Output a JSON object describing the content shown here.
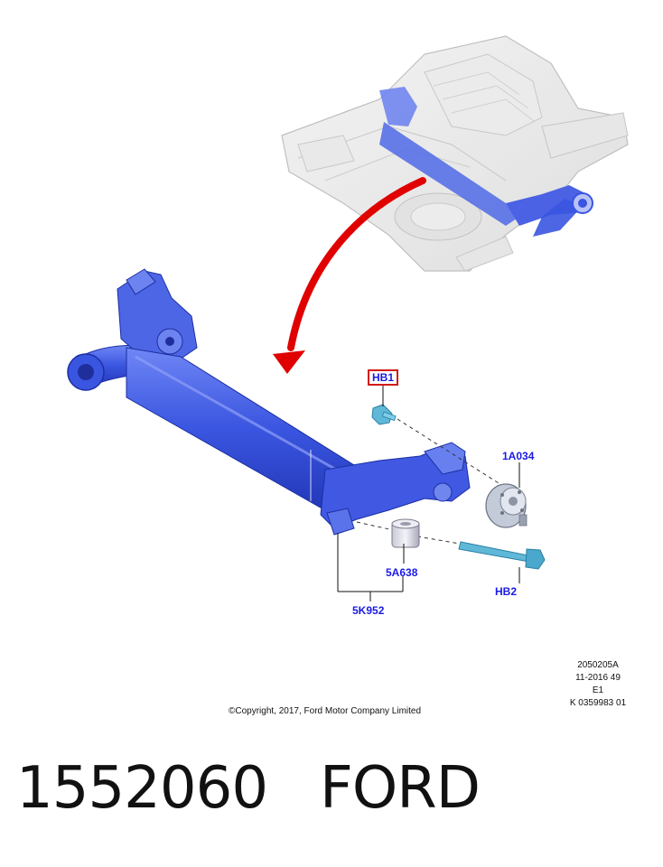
{
  "callouts": {
    "hb1": "HB1",
    "a034": "1A034",
    "a638": "5A638",
    "k952": "5K952",
    "hb2": "HB2"
  },
  "meta": {
    "line1": "2050205A",
    "line2": "11-2016 49",
    "line3": "E1",
    "line4": "K 0359983 01"
  },
  "copyright": "©Copyright, 2017, Ford Motor Company Limited",
  "footer": {
    "part_number": "1552060",
    "brand": "FORD"
  },
  "colors": {
    "part_blue": "#3a55e0",
    "callout_blue": "#1a1ae6",
    "arrow_red": "#e00000",
    "highlight_red": "#d11a1a"
  }
}
